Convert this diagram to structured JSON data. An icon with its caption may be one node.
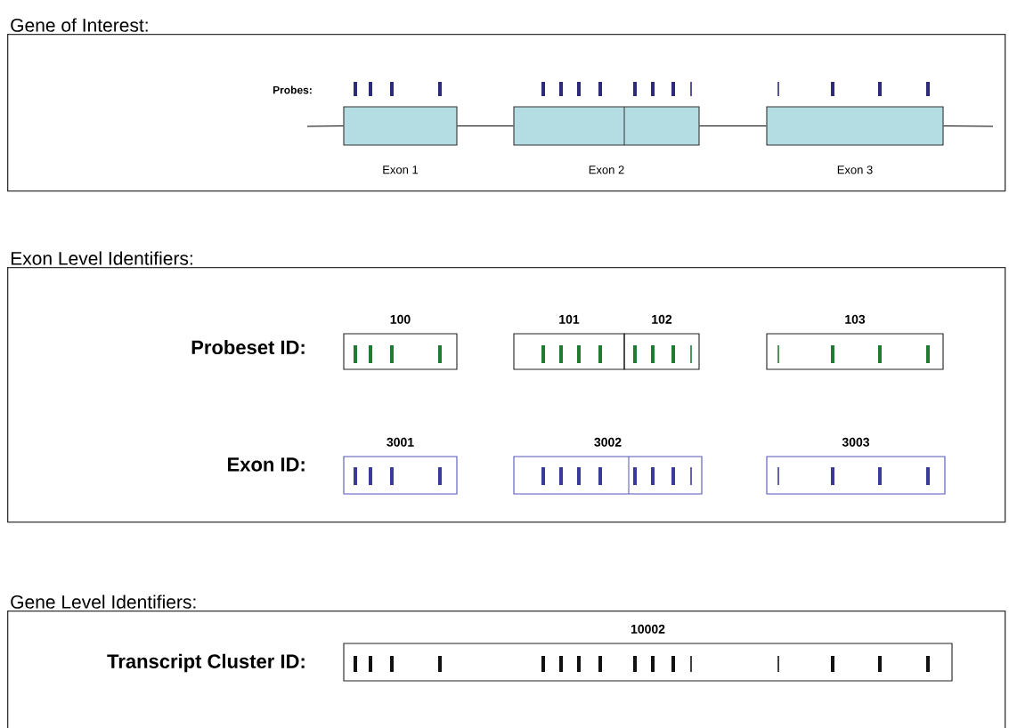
{
  "diagram": {
    "nodes": [
      {
        "text": [
          "Gene of Interest:"
        ]
      },
      {
        "text": [],
        "shape": "box",
        "beside": [
          "Exon 1"
        ],
        "in": 0
      },
      {
        "text": [],
        "shape": "box",
        "beside": [
          "Exon 2"
        ],
        "in": 0
      },
      {
        "text": [],
        "shape": "box",
        "beside": [
          "Exon 3"
        ],
        "in": 0
      },
      {
        "text": [
          "Exon Level Identifiers:"
        ]
      },
      {
        "text": [
          "100"
        ],
        "in": 4
      },
      {
        "text": [
          "101"
        ],
        "in": 4
      },
      {
        "text": [
          "102"
        ],
        "in": 4
      },
      {
        "text": [
          "103"
        ],
        "in": 4
      },
      {
        "text": [
          "3001"
        ],
        "in": 4
      },
      {
        "text": [
          "3002"
        ],
        "in": 4
      },
      {
        "text": [
          "3003"
        ],
        "in": 4
      },
      {
        "text": [
          "Gene Level Identifiers:"
        ]
      },
      {
        "text": [
          "10002"
        ],
        "in": 12
      }
    ],
    "edges": [
      {
        "from": null,
        "to": 1,
        "arrow": "none"
      },
      {
        "from": 1,
        "to": 2,
        "arrow": "none"
      },
      {
        "from": 2,
        "to": 3,
        "arrow": "none"
      },
      {
        "from": 3,
        "to": null,
        "arrow": "none"
      }
    ],
    "labels": [
      "Probes:",
      "Probeset ID:",
      "Exon ID:",
      "Transcript Cluster ID:"
    ]
  }
}
